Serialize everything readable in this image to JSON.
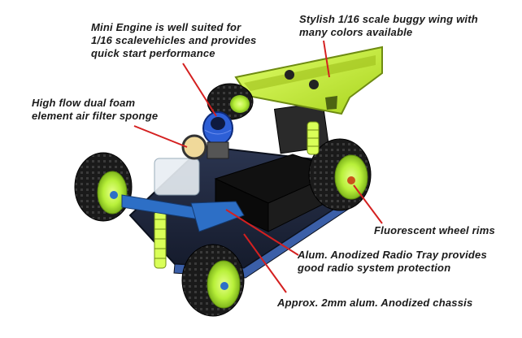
{
  "callouts": {
    "engine": [
      "Mini Engine is well suited for",
      "1/16 scalevehicles and provides",
      "quick start performance"
    ],
    "wing": [
      "Stylish 1/16 scale buggy wing with",
      "many colors available"
    ],
    "filter": [
      "High flow dual foam",
      "element air filter sponge"
    ],
    "rims": [
      "Fluorescent wheel rims"
    ],
    "tray": [
      "Alum. Anodized Radio Tray provides",
      "good radio system protection"
    ],
    "chassis": [
      "Approx. 2mm alum. Anodized chassis"
    ]
  },
  "colors": {
    "accent_line": "#d42020",
    "rim": "#b8f03a",
    "wing": "#c4ea3a",
    "tire": "#1b1b1b",
    "chassis": "#1f2a44",
    "anodized": "#2d6fc6"
  }
}
